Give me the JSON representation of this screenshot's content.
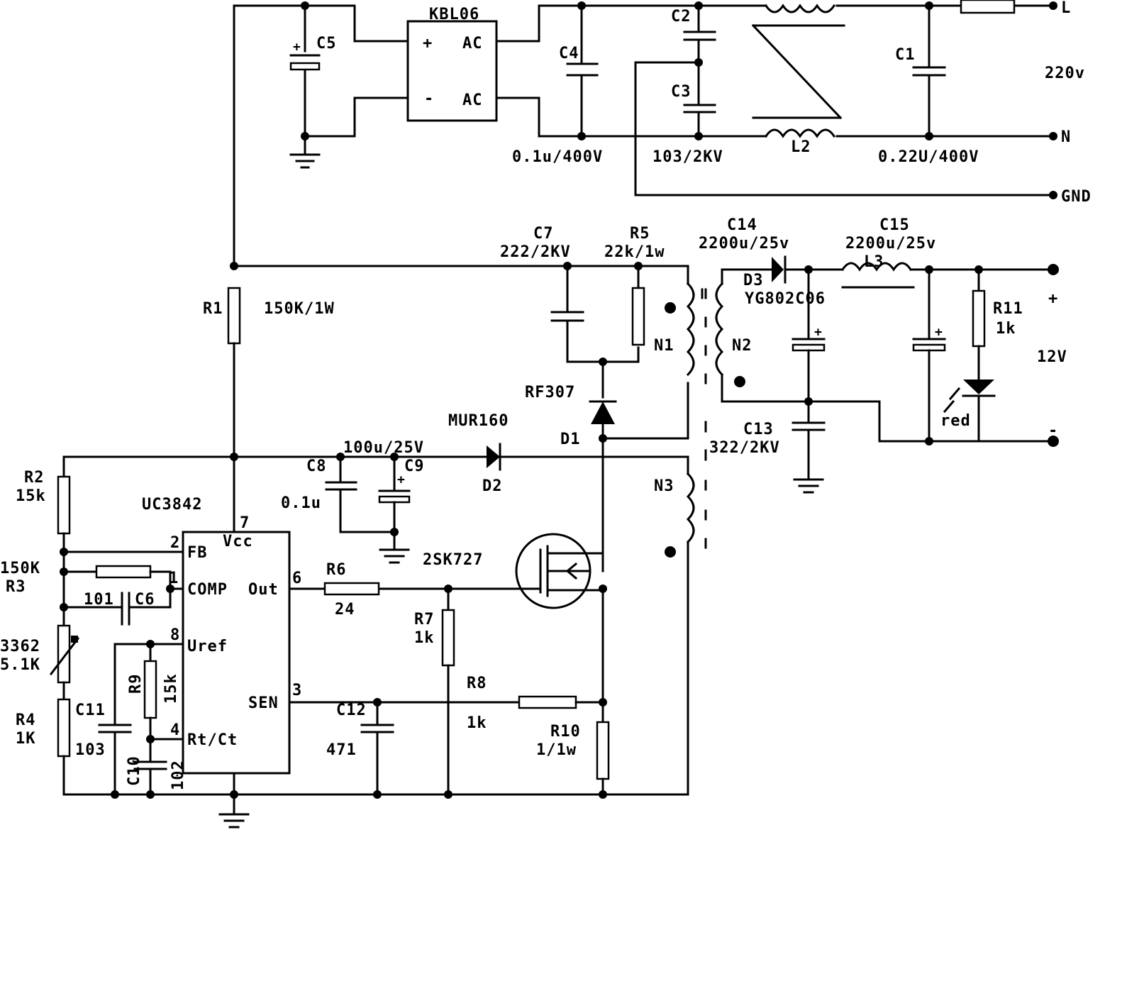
{
  "mains": {
    "bridge": "KBL06",
    "bridge_plus": "+",
    "bridge_minus": "-",
    "ac1": "AC",
    "ac2": "AC",
    "c5": "C5",
    "c4": "C4",
    "c2": "C2",
    "c3": "C3",
    "c1": "C1",
    "l2": "L2",
    "c4_value": "0.1u/400V",
    "c23_value": "103/2KV",
    "c1_value": "0.22U/400V",
    "term_l": "L",
    "term_n": "N",
    "term_gnd": "GND",
    "voltage_in": "220v"
  },
  "primary": {
    "r1": "R1",
    "r1_value": "150K/1W",
    "c7": "C7",
    "c7_value": "222/2KV",
    "r5": "R5",
    "r5_value": "22k/1w",
    "rf307": "RF307",
    "d1": "D1",
    "mur160": "MUR160",
    "d2": "D2",
    "n1": "N1",
    "n2": "N2",
    "n3": "N3",
    "c8": "C8",
    "c8_value": "0.1u",
    "c9": "C9",
    "c9_value": "100u/25V",
    "mosfet": "2SK727"
  },
  "secondary": {
    "c14": "C14",
    "c14_value": "2200u/25v",
    "c15": "C15",
    "c15_value": "2200u/25v",
    "d3": "D3",
    "d3_value": "YG802C06",
    "l3": "L3",
    "r11": "R11",
    "r11_value": "1k",
    "led": "red",
    "c13": "C13",
    "c13_value": "322/2KV",
    "plus": "+",
    "minus": "-",
    "voltage_out": "12V"
  },
  "control": {
    "ic": "UC3842",
    "pin_fb": "FB",
    "pin_vcc": "Vcc",
    "pin_comp": "COMP",
    "pin_out": "Out",
    "pin_uref": "Uref",
    "pin_sen": "SEN",
    "pin_rtct": "Rt/Ct",
    "pin2": "2",
    "pin7": "7",
    "pin1": "1",
    "pin6": "6",
    "pin8": "8",
    "pin3": "3",
    "pin4": "4",
    "r2": "R2",
    "r2_value": "15k",
    "r3": "R3",
    "r3_value": "150K",
    "c6": "C6",
    "c6_value": "101",
    "pot": "3362",
    "pot_value": "5.1K",
    "r4": "R4",
    "r4_value": "1K",
    "c11": "C11",
    "c11_value": "103",
    "c10": "C10",
    "c10_value": "102",
    "r9": "R9",
    "r9_value": "15k",
    "r6": "R6",
    "r6_value": "24",
    "r7": "R7",
    "r7_value": "1k",
    "r8": "R8",
    "r8_value": "1k",
    "c12": "C12",
    "c12_value": "471",
    "r10": "R10",
    "r10_value": "1/1w"
  }
}
